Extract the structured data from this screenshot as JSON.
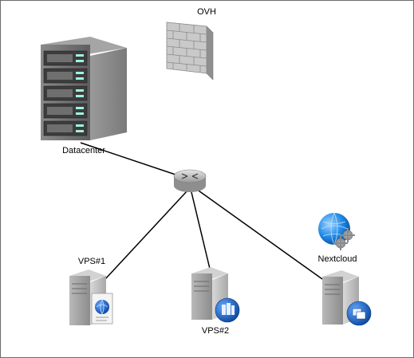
{
  "diagram": {
    "nodes": {
      "firewall": {
        "label": "OVH",
        "icon": "firewall-icon"
      },
      "datacenter": {
        "label": "Datacenter",
        "icon": "server-rack-icon"
      },
      "router": {
        "label": "",
        "icon": "router-icon"
      },
      "vps1": {
        "label": "VPS#1",
        "icon": "web-server-icon"
      },
      "vps2": {
        "label": "VPS#2",
        "icon": "database-server-icon"
      },
      "nextcloud_server": {
        "label": "",
        "icon": "file-server-icon"
      },
      "nextcloud_service": {
        "label": "Nextcloud",
        "icon": "globe-gears-icon"
      }
    },
    "connections": [
      {
        "from": "datacenter",
        "to": "router"
      },
      {
        "from": "router",
        "to": "vps1"
      },
      {
        "from": "router",
        "to": "vps2"
      },
      {
        "from": "router",
        "to": "nextcloud_server"
      }
    ],
    "colors": {
      "line": "#000000",
      "border": "#6b6b6b",
      "badge_blue": "#1565c0",
      "globe_blue": "#1e88e5"
    }
  }
}
